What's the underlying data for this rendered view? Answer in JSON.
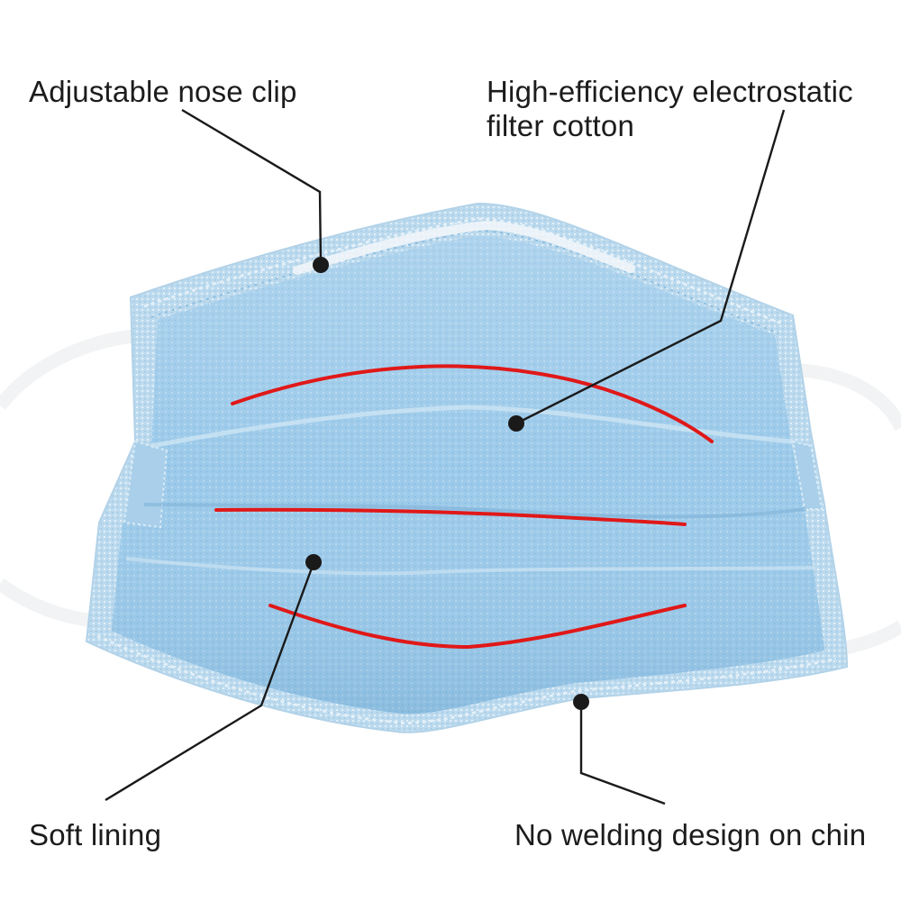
{
  "callouts": {
    "nose_clip": "Adjustable nose clip",
    "filter_line1": "High-efficiency electrostatic",
    "filter_line2": "filter cotton",
    "soft_lining": "Soft lining",
    "chin": "No welding design on chin"
  },
  "colors": {
    "mask_blue": "#9cc9e6",
    "mask_edge": "#c3def0",
    "pleat_red": "#e01818",
    "ear_loop": "#ffffff",
    "callout_line": "#1a1a1a"
  }
}
